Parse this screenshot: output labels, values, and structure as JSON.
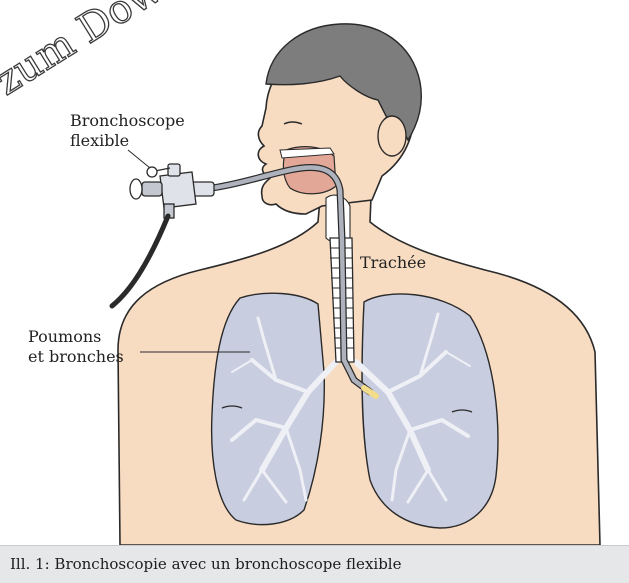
{
  "watermark_text": "zum Download für den persönlichen Gebrauch – keine Weiterverwendung",
  "labels": {
    "bronchoscope_line1": "Bronchoscope",
    "bronchoscope_line2": "flexible",
    "trachea": "Trachée",
    "lungs_line1": "Poumons",
    "lungs_line2": "et bronches"
  },
  "caption": "Ill. 1: Bronchoscopie avec un bronchoscope flexible",
  "colors": {
    "skin": "#f8dcc2",
    "hair": "#7d7d7d",
    "lung": "#c9cde0",
    "bronchial_tree": "#eef0f6",
    "outline": "#2a2a2a",
    "scope_tube": "#aeb2bc",
    "mouth": "#e2a796",
    "caption_bg": "#e6e7e9"
  }
}
